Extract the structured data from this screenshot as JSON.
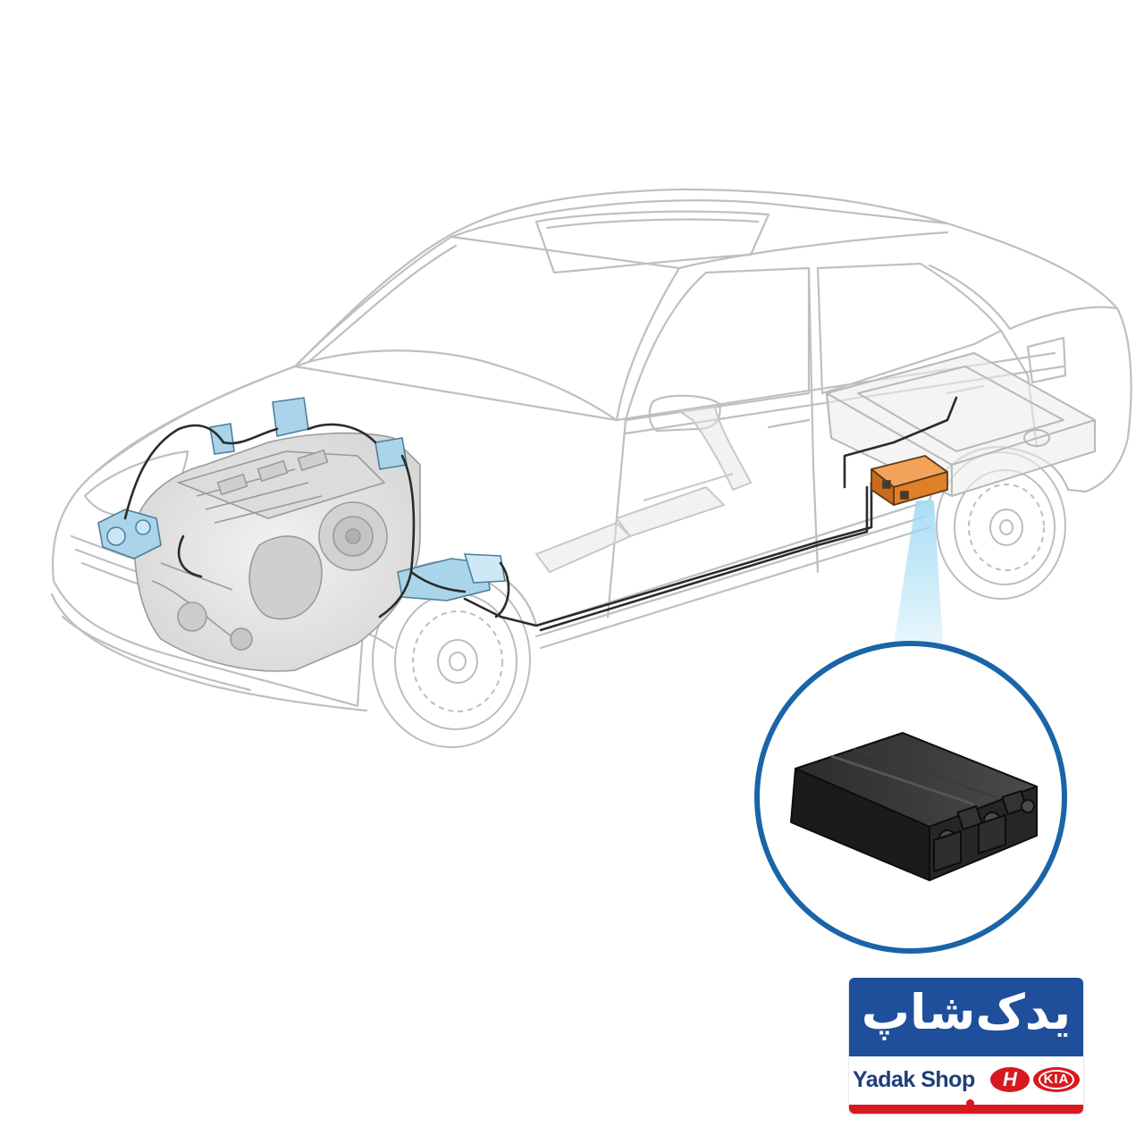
{
  "logo": {
    "persian_name": "یدک‌شاپ",
    "latin_name": "Yadak Shop",
    "hyundai_mark": "H",
    "kia_mark": "KIA"
  },
  "colors": {
    "highlight_component": "#e8822a",
    "engine_parts": "#a9d4ea",
    "callout_ring": "#1a64a8",
    "callout_beam": "#8fd0ee",
    "logo_blue": "#1f4f9a",
    "logo_red": "#d71920"
  }
}
